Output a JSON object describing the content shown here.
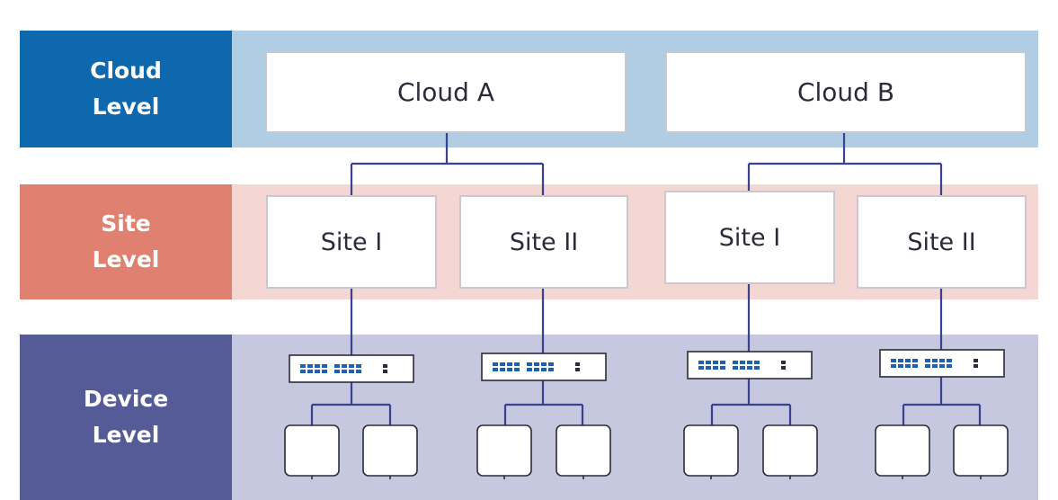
{
  "levels": {
    "cloud": {
      "line1": "Cloud",
      "line2": "Level",
      "label_color": "#0d68ad",
      "band_color": "#b0cde3"
    },
    "site": {
      "line1": "Site",
      "line2": "Level",
      "label_color": "#df8070",
      "band_color": "#f4d6d2"
    },
    "device": {
      "line1": "Device",
      "line2": "Level",
      "label_color": "#545b96",
      "band_color": "#c5c8de"
    }
  },
  "clouds": [
    {
      "label": "Cloud A"
    },
    {
      "label": "Cloud B"
    }
  ],
  "sites": [
    {
      "label": "Site I"
    },
    {
      "label": "Site II"
    },
    {
      "label": "Site I"
    },
    {
      "label": "Site II"
    }
  ],
  "colors": {
    "connector": "#3a4192",
    "port": "#1f61b0",
    "device_border": "#2b2b3a"
  },
  "icons": {
    "switch": "network-switch-icon",
    "access_point": "access-point-icon"
  }
}
